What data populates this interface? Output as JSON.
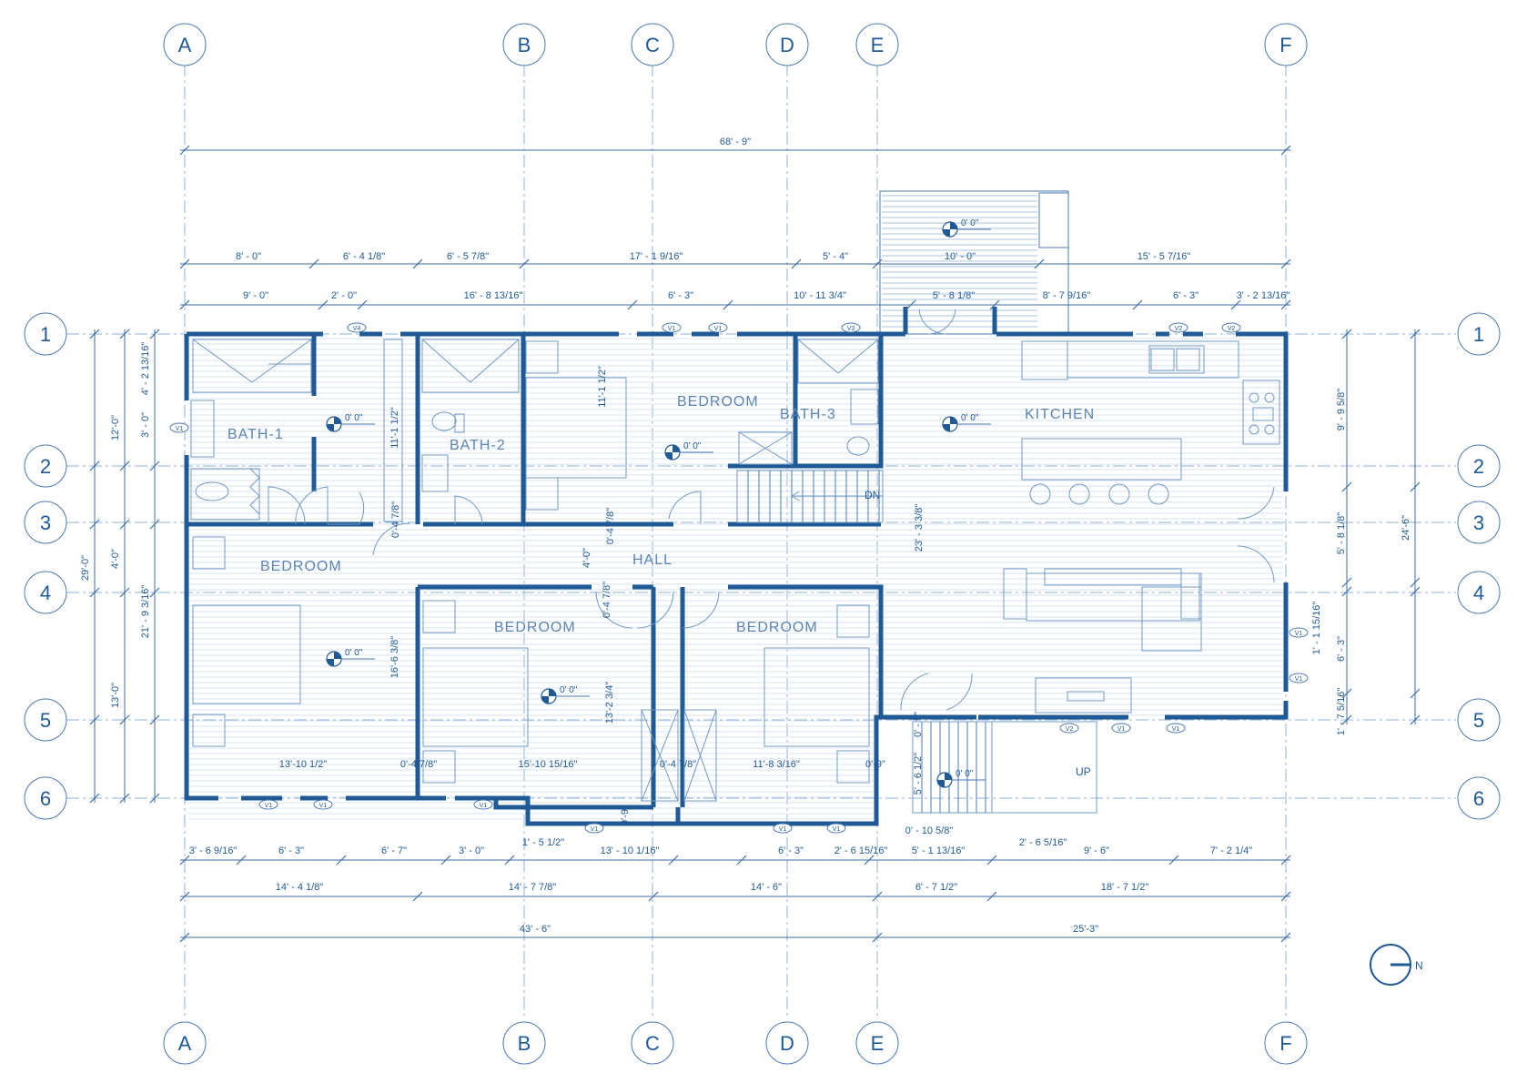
{
  "grid_columns": [
    "A",
    "B",
    "C",
    "D",
    "E",
    "F"
  ],
  "grid_rows": [
    "1",
    "2",
    "3",
    "4",
    "5",
    "6"
  ],
  "rooms": {
    "bath1": "BATH-1",
    "bath2": "BATH-2",
    "bath3": "BATH-3",
    "bedroom_ne": "BEDROOM",
    "bedroom_w": "BEDROOM",
    "bedroom_c": "BEDROOM",
    "bedroom_e": "BEDROOM",
    "hall": "HALL",
    "kitchen": "KITCHEN"
  },
  "elevation_label": "0' 0\"",
  "stair": {
    "down": "DN",
    "up": "UP"
  },
  "north": "N",
  "window_tags": {
    "v1": "V1",
    "v2": "V2",
    "v3": "V3",
    "v4": "V4"
  },
  "dims_top": {
    "overall": "68' - 9\"",
    "r1_a": "8' - 0\"",
    "r1_b": "6' - 4 1/8\"",
    "r1_c": "6' - 5 7/8\"",
    "r1_d": "17' - 1 9/16\"",
    "r1_e": "5' - 4\"",
    "r1_f": "10' - 0\"",
    "r1_g": "15' - 5 7/16\"",
    "r2_a": "9' - 0\"",
    "r2_b": "2' - 0\"",
    "r2_c": "16' - 8 13/16\"",
    "r2_d": "6' - 3\"",
    "r2_e": "10' - 11 3/4\"",
    "r2_f": "5' - 8 1/8\"",
    "r2_g": "8' - 7 9/16\"",
    "r2_h": "6' - 3\"",
    "r2_i": "3' - 2 13/16\""
  },
  "dims_bottom": {
    "r1_a": "3' - 6 9/16\"",
    "r1_b": "6' - 3\"",
    "r1_c": "6' - 7\"",
    "r1_d": "3' - 0\"",
    "r1_e": "1' - 5 1/2\"",
    "r1_f": "13' - 10 1/16\"",
    "r1_g": "6' - 3\"",
    "r1_h": "2' - 6 15/16\"",
    "r1_i": "5' - 1 13/16\"",
    "r1_j": "2' - 6 5/16\"",
    "r1_k": "9' - 6\"",
    "r1_l": "7' - 2 1/4\"",
    "r1_m": "0' - 10 5/8\"",
    "r2_a": "14' - 4 1/8\"",
    "r2_b": "14' - 7 7/8\"",
    "r2_c": "14' - 6\"",
    "r2_d": "6' - 7 1/2\"",
    "r2_e": "18' - 7 1/2\"",
    "r3_a": "43' - 6\"",
    "r3_b": "25'-3\""
  },
  "dims_left": {
    "overall": "29'-0\"",
    "a": "12'-0\"",
    "b": "4'-0\"",
    "c": "13'-0\"",
    "d": "4' - 2 13/16\"",
    "e": "3' - 0\"",
    "f": "21' - 9 3/16\""
  },
  "dims_right": {
    "overall": "24'-6\"",
    "a": "9' - 9 5/8\"",
    "b": "5' - 8 1/8\"",
    "c": "1' - 1 15/16\"",
    "d": "6' - 3\"",
    "e": "1' - 7 5/16\""
  },
  "dims_interior": {
    "i1": "11'-1 1/2\"",
    "i2": "11'-1 1/2\"",
    "i3": "0'-4 7/8\"",
    "i4": "0'-4 7/8\"",
    "i5": "4'-0\"",
    "i6": "0'-4 7/8\"",
    "i7": "16'-6 3/8\"",
    "i8": "13'-10 1/2\"",
    "i9": "0'-4 7/8\"",
    "i10": "15'-10 15/16\"",
    "i11": "13'-2 3/4\"",
    "i12": "0'-4 7/8\"",
    "i13": "11'-8 3/16\"",
    "i14": "0'-9\"",
    "i15": "0'-9\"",
    "i16": "0' - 9\"",
    "i17": "23' - 3 3/8\"",
    "i18": "5' - 6 1/2\""
  },
  "colors": {
    "line": "#1f5a96",
    "grid": "#8fb0d4",
    "background": "#ffffff"
  }
}
